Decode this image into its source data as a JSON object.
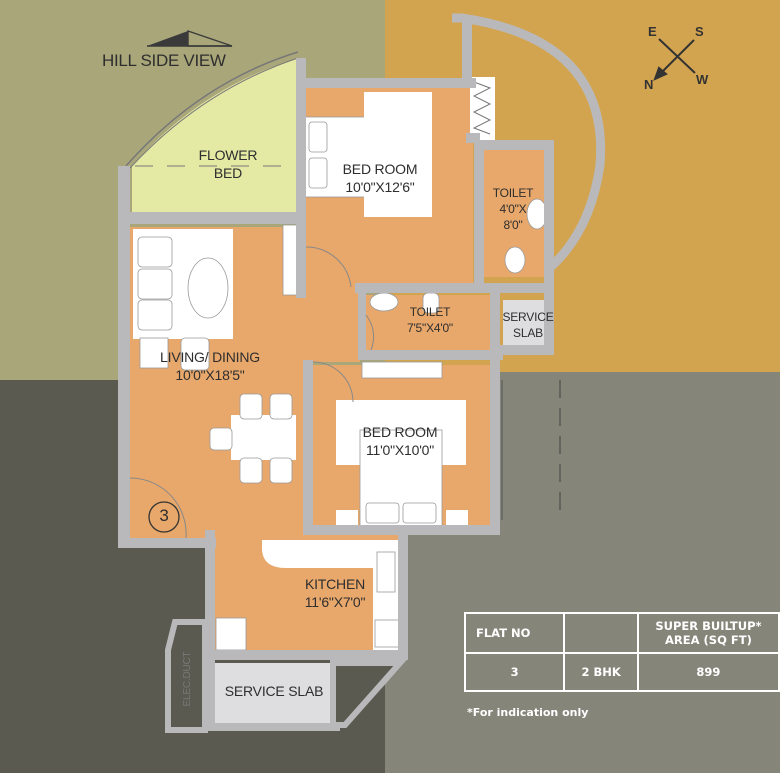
{
  "colors": {
    "top_left_bg": "#a9a77a",
    "top_right_bg": "#d3a44f",
    "bottom_left_bg": "#5b5a51",
    "bottom_right_bg": "#85857a",
    "floor": "#e9a86b",
    "wall": "#b9b9bb",
    "flower_bed": "#e4e9a4",
    "white": "#ffffff"
  },
  "header": {
    "title": "HILL SIDE VIEW"
  },
  "compass": {
    "e": "E",
    "s": "S",
    "n": "N",
    "w": "W"
  },
  "rooms": {
    "flower_bed": {
      "line1": "FLOWER",
      "line2": "BED"
    },
    "bed_room_1": {
      "name": "BED ROOM",
      "size": "10'0\"X12'6\""
    },
    "toilet_1": {
      "name": "TOILET",
      "size1": "4'0\"X",
      "size2": "8'0\""
    },
    "toilet_2": {
      "name": "TOILET",
      "size": "7'5\"X4'0\""
    },
    "service_slab_1": {
      "line1": "SERVICE",
      "line2": "SLAB"
    },
    "living_dining": {
      "name": "LIVING/ DINING",
      "size": "10'0\"X18'5\""
    },
    "bed_room_2": {
      "name": "BED ROOM",
      "size": "11'0\"X10'0\""
    },
    "kitchen": {
      "name": "KITCHEN",
      "size": "11'6\"X7'0\""
    },
    "service_slab_2": {
      "name": "SERVICE SLAB"
    },
    "elec_duct": {
      "name": "ELEC.DUCT"
    }
  },
  "flat_marker": "3",
  "info_table": {
    "headers": [
      "FLAT NO",
      "",
      "SUPER BUILTUP* AREA (SQ FT)"
    ],
    "header_line1": "SUPER BUILTUP*",
    "header_line2": "AREA (SQ FT)",
    "row": [
      "3",
      "2 BHK",
      "899"
    ]
  },
  "footnote": "*For indication only"
}
